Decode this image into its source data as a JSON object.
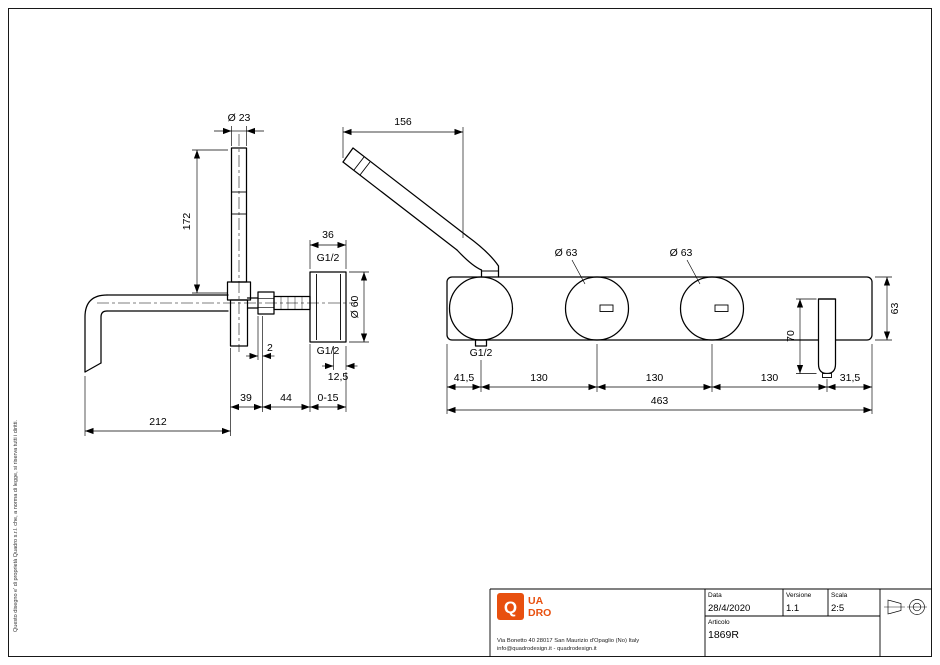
{
  "sheet": {
    "side_note": "Questo disegno e' di proprietà Quadro s.r.l. che, a norma di legge, si riserva tutti i diritti."
  },
  "side_view": {
    "dia_handshower": "Ø 23",
    "height_172": "172",
    "knob_depth_36": "36",
    "thread_top": "G1/2",
    "dia_knob_60": "Ø 60",
    "thread_bottom": "G1/2",
    "plate_2": "2",
    "offset_12_5": "12,5",
    "depth_39": "39",
    "depth_44": "44",
    "travel_0_15": "0-15",
    "spout_reach_212": "212"
  },
  "front_view": {
    "handshower_156": "156",
    "dia_knob_left": "Ø 63",
    "dia_knob_right": "Ø 63",
    "thread_g12": "G1/2",
    "bar_height_63": "63",
    "spout_drop_70": "70",
    "seg_41_5": "41,5",
    "seg_130_a": "130",
    "seg_130_b": "130",
    "seg_130_c": "130",
    "seg_31_5": "31,5",
    "total_463": "463"
  },
  "title_block": {
    "logo": {
      "q": "Q",
      "ua": "UA",
      "dro": "DRO"
    },
    "address_line1": "Via Bonetto 40  28017 San Maurizio d'Opaglio (No) Italy",
    "address_line2": "info@quadrodesign.it  -  quadrodesign.it",
    "fields": {
      "data_label": "Data",
      "data_value": "28/4/2020",
      "versione_label": "Versione",
      "versione_value": "1.1",
      "scala_label": "Scala",
      "scala_value": "2:5",
      "articolo_label": "Articolo",
      "articolo_value": "1869R"
    }
  },
  "colors": {
    "accent": "#E8500F",
    "line": "#000000"
  }
}
